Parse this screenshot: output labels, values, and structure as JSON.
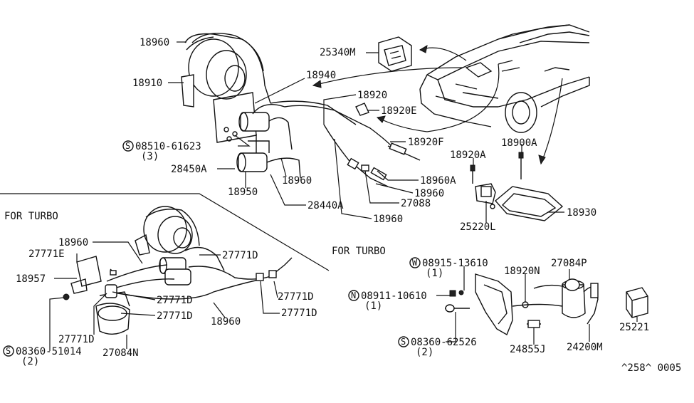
{
  "sections": {
    "turbo_left": "FOR TURBO",
    "turbo_right": "FOR TURBO"
  },
  "parts": {
    "p18960_top": "18960",
    "p18910": "18910",
    "p25340M": "25340M",
    "p18940": "18940",
    "p18920": "18920",
    "p18920E": "18920E",
    "p08510": "08510-61623",
    "p08510_qty": "(3)",
    "p18920F": "18920F",
    "p18920A": "18920A",
    "p18900A": "18900A",
    "p28450A": "28450A",
    "p18960_mid": "18960",
    "p18960A": "18960A",
    "p18950": "18950",
    "p18960_b": "18960",
    "p27088": "27088",
    "p28440A": "28440A",
    "p18930": "18930",
    "p18960_c": "18960",
    "p25220L": "25220L",
    "p18960_t": "18960",
    "p27771D_a": "27771D",
    "p27771E": "27771E",
    "p18957": "18957",
    "p27771D_b": "27771D",
    "p27771D_c": "27771D",
    "p27771D_d": "27771D",
    "p27771D_e": "27771D",
    "p27771D_f": "27771D",
    "p18960_d": "18960",
    "p08360_51014": "08360-51014",
    "p08360_51014_qty": "(2)",
    "p27084N": "27084N",
    "p08915": "08915-13610",
    "p08915_qty": "(1)",
    "p27084P": "27084P",
    "p18920N": "18920N",
    "p08911": "08911-10610",
    "p08911_qty": "(1)",
    "p08360_62526": "08360-62526",
    "p08360_62526_qty": "(2)",
    "p24855J": "24855J",
    "p24200M": "24200M",
    "p25221": "25221",
    "footer_code": "^258^ 0005"
  },
  "markers": {
    "screw": "S",
    "washer": "W",
    "nut": "N"
  }
}
